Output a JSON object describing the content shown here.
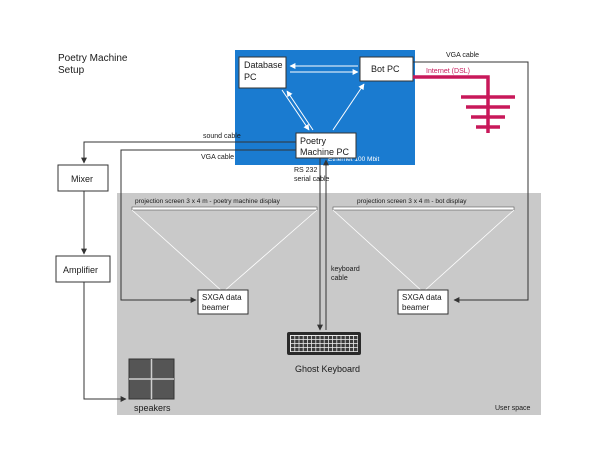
{
  "title_line1": "Poetry Machine",
  "title_line2": "Setup",
  "colors": {
    "network": "#1a7bd0",
    "user_space": "#c9c9c9",
    "internet": "#c8185a",
    "cable": "#333333"
  },
  "nodes": {
    "database_pc_line1": "Database",
    "database_pc_line2": "PC",
    "bot_pc": "Bot PC",
    "poetry_pc_line1": "Poetry",
    "poetry_pc_line2": "Machine PC",
    "mixer": "Mixer",
    "amplifier": "Amplifier",
    "beamer_left_line1": "SXGA data",
    "beamer_left_line2": "beamer",
    "beamer_right_line1": "SXGA data",
    "beamer_right_line2": "beamer",
    "speakers": "speakers",
    "ghost_keyboard": "Ghost Keyboard"
  },
  "labels": {
    "ethernet": "Ethernet 100 Mbit",
    "internet": "Internet (DSL)",
    "vga_cable_top": "VGA cable",
    "sound_cable": "sound cable",
    "vga_cable_left": "VGA cable",
    "rs232_line1": "RS 232",
    "rs232_line2": "serial cable",
    "keyboard_cable_line1": "keyboard",
    "keyboard_cable_line2": "cable",
    "screen_left": "projection screen 3 x 4 m - poetry machine display",
    "screen_right": "projection screen 3 x 4 m - bot display",
    "user_space": "User space"
  },
  "icons": [
    "arrow-icon",
    "antenna-icon",
    "keyboard-icon",
    "speaker-grid-icon"
  ]
}
